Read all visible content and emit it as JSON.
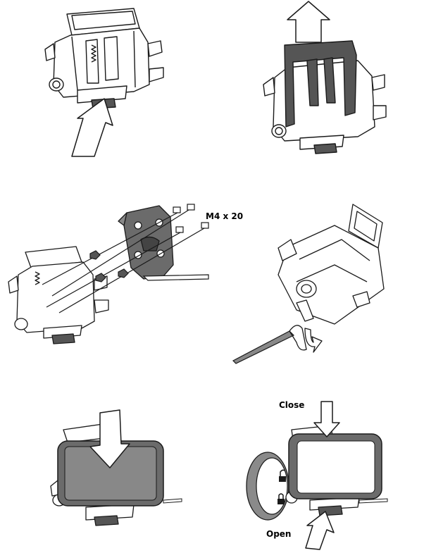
{
  "labels": {
    "screw_spec": "M4 x 20",
    "close": "Close",
    "open": "Open"
  },
  "colors": {
    "stroke": "#1a1a1a",
    "dark_part": "#555555",
    "device_fill": "#6b6b6b",
    "strap": "#8a8a8a"
  },
  "icons": [
    "arrow-up-right-icon",
    "arrow-up-icon",
    "arrow-down-icon",
    "lock-icon",
    "unlock-icon",
    "rotate-arrow-icon"
  ]
}
